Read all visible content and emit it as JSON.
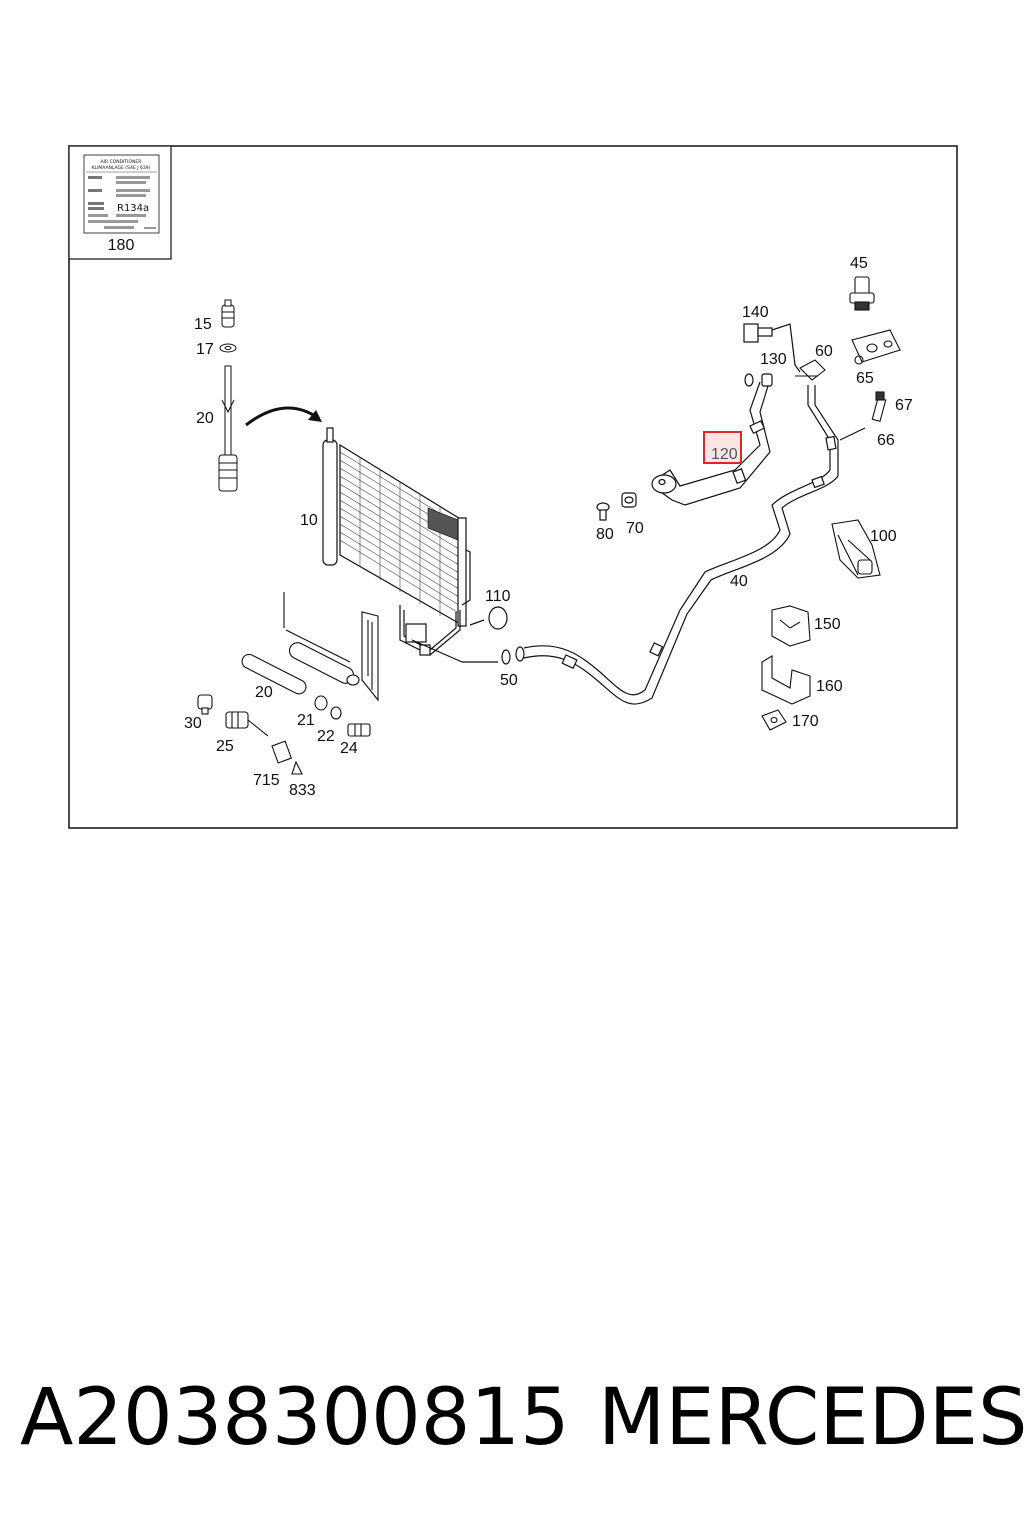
{
  "label_plate": {
    "line1": "AIR CONDITIONER",
    "line2": "KLIMAANLAGE (SAE J 639)",
    "refrigerant": "R134a",
    "number": "180"
  },
  "callouts": {
    "c15": "15",
    "c17": "17",
    "c20a": "20",
    "c10": "10",
    "c20b": "20",
    "c21": "21",
    "c22": "22",
    "c24": "24",
    "c30": "30",
    "c25": "25",
    "c715": "715",
    "c833": "833",
    "c110": "110",
    "c50": "50",
    "c80": "80",
    "c70": "70",
    "c120": "120",
    "c130": "130",
    "c140": "140",
    "c60": "60",
    "c45": "45",
    "c65": "65",
    "c67": "67",
    "c66": "66",
    "c40": "40",
    "c100": "100",
    "c150": "150",
    "c160": "160",
    "c170": "170"
  },
  "highlight_color": "#d42a2a",
  "caption": {
    "part_number": "A2038300815",
    "brand": "MERCEDES"
  }
}
